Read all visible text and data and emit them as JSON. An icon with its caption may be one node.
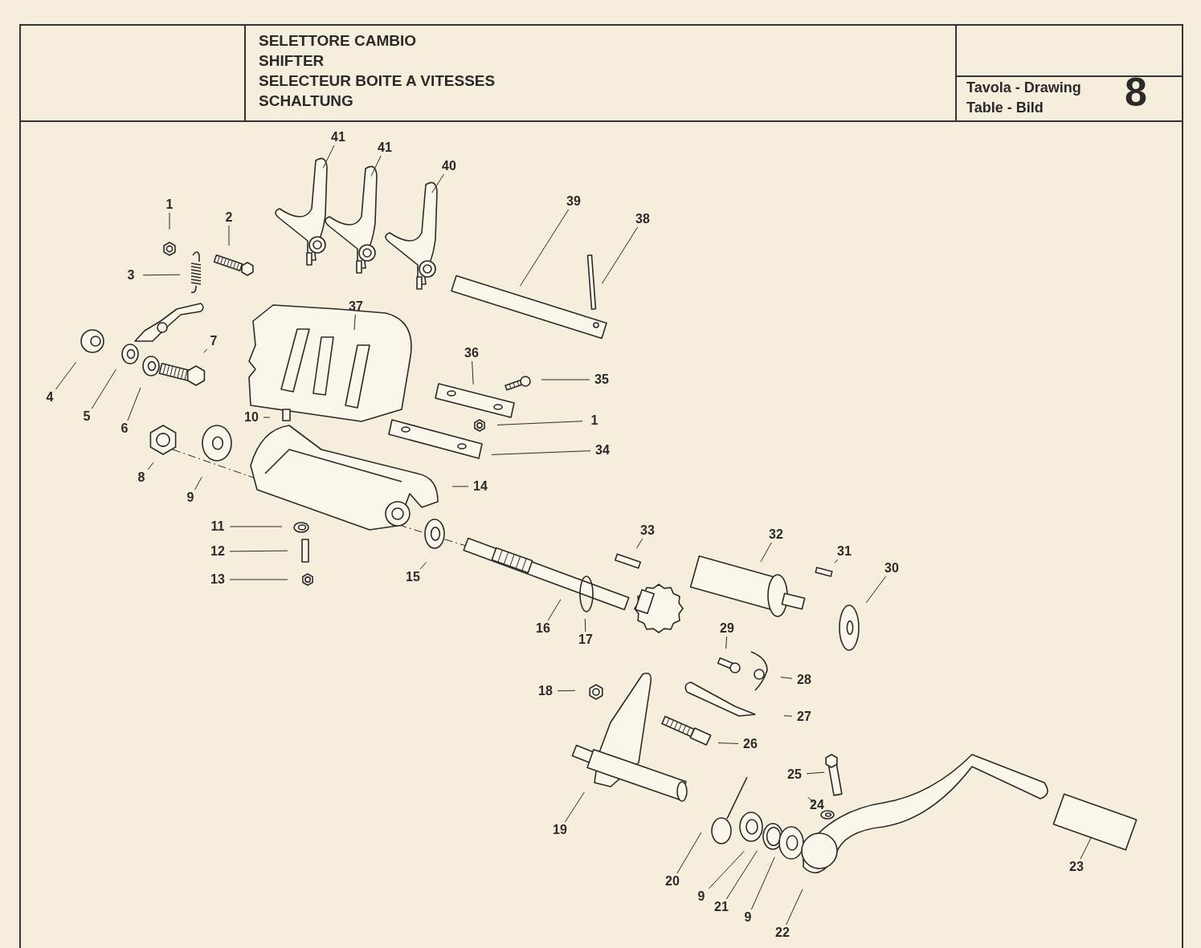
{
  "diagram": {
    "nodes": [
      {
        "text": [
          "41"
        ]
      },
      {
        "text": [
          "41"
        ]
      },
      {
        "text": [
          "40"
        ]
      },
      {
        "text": [
          "39"
        ]
      },
      {
        "text": [
          "1"
        ]
      },
      {
        "text": [
          "2"
        ]
      },
      {
        "text": [
          "38"
        ]
      },
      {
        "text": [
          "3"
        ]
      },
      {
        "text": [
          "37"
        ]
      },
      {
        "text": [
          "7"
        ]
      },
      {
        "text": [
          "36"
        ]
      },
      {
        "text": [
          "35"
        ]
      },
      {
        "text": [
          "4"
        ]
      },
      {
        "text": [
          "5"
        ]
      },
      {
        "text": [
          "10"
        ]
      },
      {
        "text": [
          "1"
        ]
      },
      {
        "text": [
          "6"
        ]
      },
      {
        "text": [
          "34"
        ]
      },
      {
        "text": [
          "8"
        ]
      },
      {
        "text": [
          "14"
        ]
      },
      {
        "text": [
          "9"
        ]
      },
      {
        "text": [
          "11"
        ]
      },
      {
        "text": [
          "12"
        ]
      },
      {
        "text": [
          "15"
        ]
      },
      {
        "text": [
          "33"
        ]
      },
      {
        "text": [
          "32"
        ]
      },
      {
        "text": [
          "31"
        ]
      },
      {
        "text": [
          "13"
        ]
      },
      {
        "text": [
          "30"
        ]
      },
      {
        "text": [
          "16"
        ]
      },
      {
        "text": [
          "17"
        ]
      },
      {
        "text": [
          "29"
        ]
      },
      {
        "text": [
          "28"
        ]
      },
      {
        "text": [
          "18"
        ]
      },
      {
        "text": [
          "27"
        ]
      },
      {
        "text": [
          "26"
        ]
      },
      {
        "text": [
          "25"
        ]
      },
      {
        "text": [
          "24"
        ]
      },
      {
        "text": [
          "19"
        ]
      },
      {
        "text": [
          "23"
        ]
      },
      {
        "text": [
          "20"
        ]
      },
      {
        "text": [
          "9"
        ]
      },
      {
        "text": [
          "21"
        ]
      },
      {
        "text": [
          "9"
        ]
      },
      {
        "text": [
          "22"
        ]
      }
    ],
    "edges": [
      {
        "from": 0,
        "to": null,
        "arrow": "none"
      },
      {
        "from": 1,
        "to": null,
        "arrow": "none"
      },
      {
        "from": 2,
        "to": null,
        "arrow": "none"
      },
      {
        "from": 3,
        "to": null,
        "arrow": "none"
      },
      {
        "from": 4,
        "to": null,
        "arrow": "none"
      },
      {
        "from": 5,
        "to": null,
        "arrow": "none"
      },
      {
        "from": 6,
        "to": null,
        "arrow": "none"
      },
      {
        "from": 7,
        "to": null,
        "arrow": "none"
      },
      {
        "from": 8,
        "to": null,
        "arrow": "none"
      },
      {
        "from": 9,
        "to": null,
        "arrow": "none"
      },
      {
        "from": 10,
        "to": null,
        "arrow": "none"
      },
      {
        "from": 11,
        "to": null,
        "arrow": "none"
      },
      {
        "from": 12,
        "to": null,
        "arrow": "none"
      },
      {
        "from": 13,
        "to": null,
        "arrow": "none"
      },
      {
        "from": 14,
        "to": null,
        "arrow": "none"
      },
      {
        "from": 15,
        "to": null,
        "arrow": "none"
      },
      {
        "from": 16,
        "to": null,
        "arrow": "none"
      },
      {
        "from": 17,
        "to": null,
        "arrow": "none"
      },
      {
        "from": 18,
        "to": null,
        "arrow": "none"
      },
      {
        "from": 19,
        "to": null,
        "arrow": "none"
      },
      {
        "from": 20,
        "to": null,
        "arrow": "none"
      },
      {
        "from": 21,
        "to": null,
        "arrow": "none"
      },
      {
        "from": 22,
        "to": null,
        "arrow": "none"
      },
      {
        "from": 23,
        "to": null,
        "arrow": "none"
      },
      {
        "from": 24,
        "to": null,
        "arrow": "none"
      },
      {
        "from": 25,
        "to": null,
        "arrow": "none"
      },
      {
        "from": 26,
        "to": null,
        "arrow": "none"
      },
      {
        "from": 27,
        "to": null,
        "arrow": "none"
      },
      {
        "from": 28,
        "to": null,
        "arrow": "none"
      },
      {
        "from": 29,
        "to": null,
        "arrow": "none"
      },
      {
        "from": 30,
        "to": null,
        "arrow": "none"
      },
      {
        "from": 31,
        "to": null,
        "arrow": "none"
      },
      {
        "from": 32,
        "to": null,
        "arrow": "none"
      },
      {
        "from": 33,
        "to": null,
        "arrow": "none"
      },
      {
        "from": 34,
        "to": null,
        "arrow": "none"
      },
      {
        "from": 35,
        "to": null,
        "arrow": "none"
      },
      {
        "from": 36,
        "to": null,
        "arrow": "none"
      },
      {
        "from": 37,
        "to": null,
        "arrow": "none"
      },
      {
        "from": 38,
        "to": null,
        "arrow": "none"
      },
      {
        "from": 39,
        "to": null,
        "arrow": "none"
      },
      {
        "from": 40,
        "to": null,
        "arrow": "none"
      },
      {
        "from": 41,
        "to": null,
        "arrow": "none"
      },
      {
        "from": 42,
        "to": null,
        "arrow": "none"
      },
      {
        "from": 43,
        "to": null,
        "arrow": "none"
      },
      {
        "from": 44,
        "to": null,
        "arrow": "none"
      }
    ],
    "labels": [
      "SELETTORE CAMBIO",
      "SHIFTER",
      "SELECTEUR BOITE A VITESSES",
      "SCHALTUNG",
      "Tavola - Drawing",
      "Table - Bild",
      "8"
    ]
  }
}
